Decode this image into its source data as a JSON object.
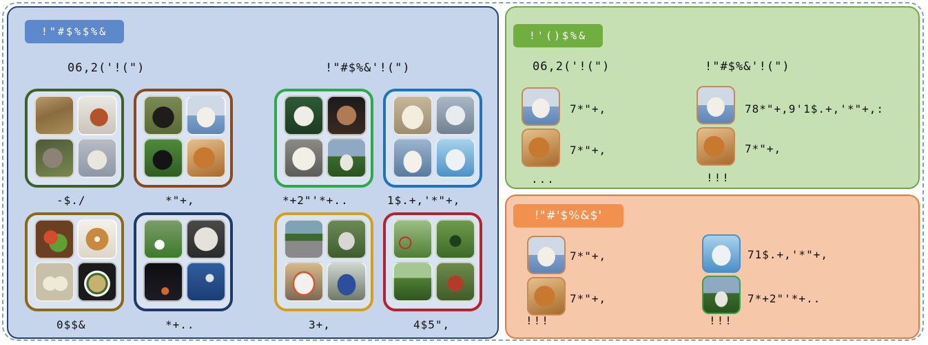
{
  "panels": {
    "left_badge": "!\"#$%$%&",
    "top_right_badge": "!'()$%&",
    "bottom_right_badge": "!\"#'$%&$'"
  },
  "left": {
    "col_a_title": "06,2('!(\")",
    "col_b_title": "!\"#$%&'!(\")",
    "labels": [
      "-$./",
      "*\"+,",
      "*+2\"'*+..",
      "1$.+,'*\"+,",
      "0$$&",
      "*+..",
      "3+,",
      "4$5\","
    ]
  },
  "top_right": {
    "col_a_title": "06,2('!(\")",
    "col_b_title": "!\"#$%&'!(\")",
    "row1_a": "7*\"+,",
    "row2_a": "7*\"+,",
    "row1_b": "78*\"+,9'1$.+,'*\"+,:",
    "row2_b": "7*\"+,",
    "ellipsis_a": "...",
    "ellipsis_b": "!!!"
  },
  "bottom_right": {
    "row1_a": "7*\"+,",
    "row2_a": "7*\"+,",
    "row1_b": "71$.+,'*\"+,",
    "row2_b": "7*+2\"'*+..",
    "ellipsis_a": "!!!",
    "ellipsis_b": "!!!"
  },
  "colors": {
    "group_green": "#3e6128",
    "group_brown": "#8a4a1a",
    "group_green2": "#2fa84a",
    "group_blue": "#1f72bb",
    "group_olive": "#8a6a12",
    "group_navy": "#1f3a6a",
    "group_gold": "#d4a017",
    "group_red": "#b8222e"
  }
}
